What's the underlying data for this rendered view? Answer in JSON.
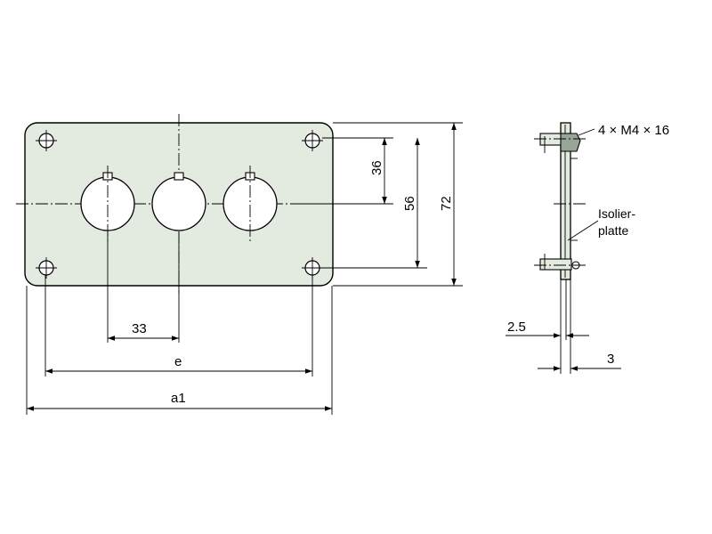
{
  "colors": {
    "plate_fill": "#e3ebe0",
    "hatch_fill": "#9aa59a",
    "line": "#000000"
  },
  "dimensions": {
    "hole_spacing": "33",
    "mount_spacing": "e",
    "overall_width": "a1",
    "upper_offset": "36",
    "mount_height": "56",
    "overall_height": "72",
    "screw_spec": "4 × M4 × 16",
    "insulation_plate": [
      "Isolier-",
      "platte"
    ],
    "thickness_a": "2.5",
    "thickness_b": "3"
  }
}
